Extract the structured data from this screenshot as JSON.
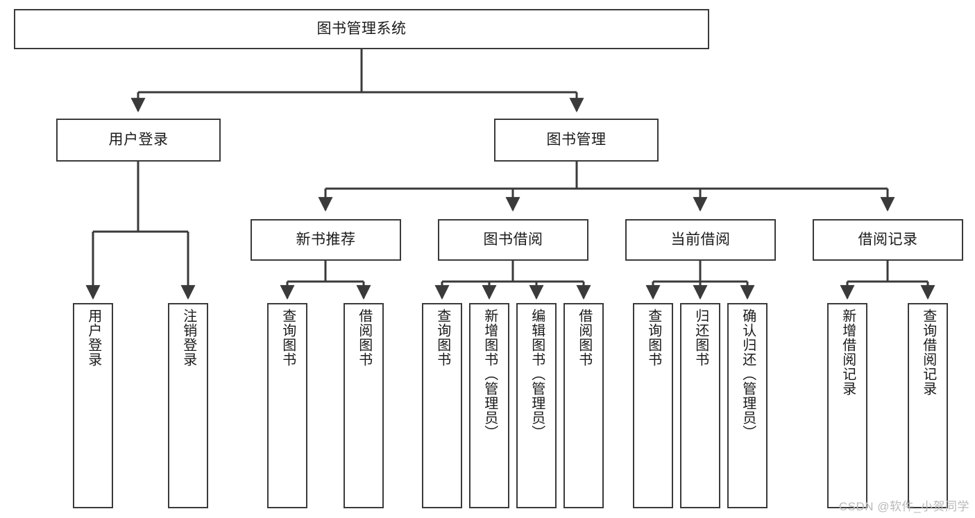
{
  "diagram": {
    "type": "tree-hierarchy-chart",
    "title": "图书管理系统",
    "watermark": "CSDN @软件_小贺同学",
    "colors": {
      "stroke": "#3a3a3a",
      "fill": "#ffffff",
      "text": "#1a1a1a",
      "watermark": "#b9b9b9"
    },
    "levels": {
      "root": {
        "label": "图书管理系统"
      },
      "level2": [
        {
          "label": "用户登录"
        },
        {
          "label": "图书管理"
        }
      ],
      "level3": [
        {
          "label": "新书推荐"
        },
        {
          "label": "图书借阅"
        },
        {
          "label": "当前借阅"
        },
        {
          "label": "借阅记录"
        }
      ],
      "leaves": {
        "user_login": [
          {
            "label": "用户登录"
          },
          {
            "label": "注销登录"
          }
        ],
        "new_book": [
          {
            "label": "查询图书"
          },
          {
            "label": "借阅图书"
          }
        ],
        "book_borrow": [
          {
            "label": "查询图书"
          },
          {
            "label": "新增图书（管理员）"
          },
          {
            "label": "编辑图书（管理员）"
          },
          {
            "label": "借阅图书"
          }
        ],
        "current_borrow": [
          {
            "label": "查询图书"
          },
          {
            "label": "归还图书"
          },
          {
            "label": "确认归还（管理员）"
          }
        ],
        "borrow_record": [
          {
            "label": "新增借阅记录"
          },
          {
            "label": "查询借阅记录"
          }
        ]
      }
    }
  }
}
